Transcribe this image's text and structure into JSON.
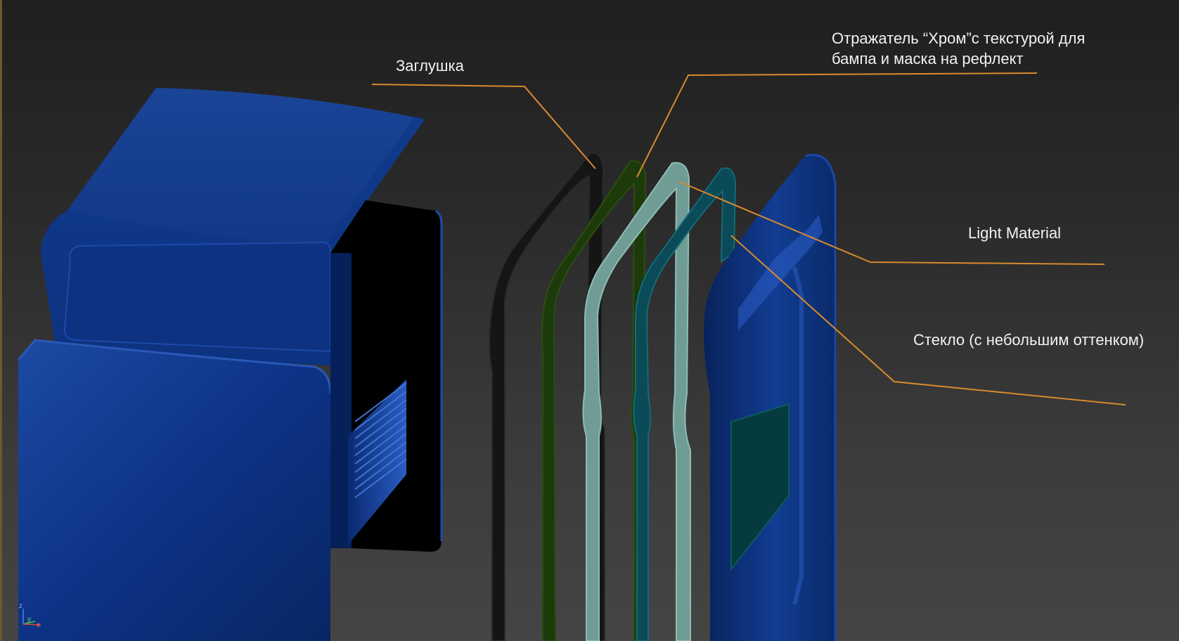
{
  "callouts": {
    "plug": "Заглушка",
    "reflector_line1": "Отражатель “Хром”с текстурой для",
    "reflector_line2": "бампа и маска на рефлект",
    "light": "Light Material",
    "glass": "Стекло (с небольшим оттенком)"
  },
  "axis_gizmo": {
    "x": "x",
    "y": "y",
    "z": "z"
  },
  "colors": {
    "body_blue": "#0c2f7a",
    "leader_line": "#d88a2e",
    "plug_black": "#151515",
    "reflector_green": "#1d3a0a",
    "light_material": "#6f9c95",
    "glass_teal": "#0b4a57"
  }
}
